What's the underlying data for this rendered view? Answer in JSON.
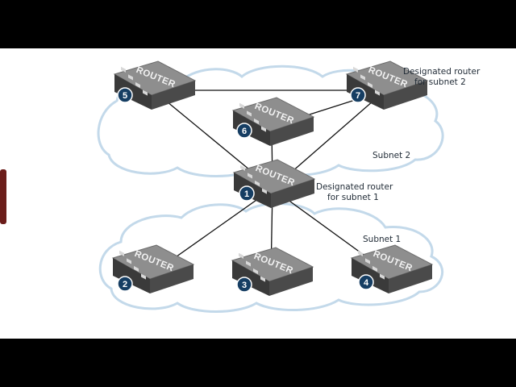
{
  "colors": {
    "letterbox": "#000000",
    "canvas": "#ffffff",
    "cloud_outline": "#c3d9ea",
    "cloud_fill": "#ffffff",
    "link": "#111111",
    "router_top": "#8e8e8e",
    "router_side": "#4a4a4a",
    "badge": "#163e63",
    "side_tab": "#6b1d1a"
  },
  "router_label": "ROUTER",
  "routers": [
    {
      "id": "1",
      "number": "1"
    },
    {
      "id": "2",
      "number": "2"
    },
    {
      "id": "3",
      "number": "3"
    },
    {
      "id": "4",
      "number": "4"
    },
    {
      "id": "5",
      "number": "5"
    },
    {
      "id": "6",
      "number": "6"
    },
    {
      "id": "7",
      "number": "7"
    }
  ],
  "links": [
    [
      "5",
      "7"
    ],
    [
      "5",
      "1"
    ],
    [
      "7",
      "6"
    ],
    [
      "7",
      "1"
    ],
    [
      "6",
      "1"
    ],
    [
      "1",
      "2"
    ],
    [
      "1",
      "3"
    ],
    [
      "1",
      "4"
    ]
  ],
  "labels": {
    "dr2_line1": "Designated router",
    "dr2_line2": "for subnet 2",
    "subnet2": "Subnet 2",
    "dr1_line1": "Designated router",
    "dr1_line2": "for subnet 1",
    "subnet1": "Subnet 1"
  }
}
